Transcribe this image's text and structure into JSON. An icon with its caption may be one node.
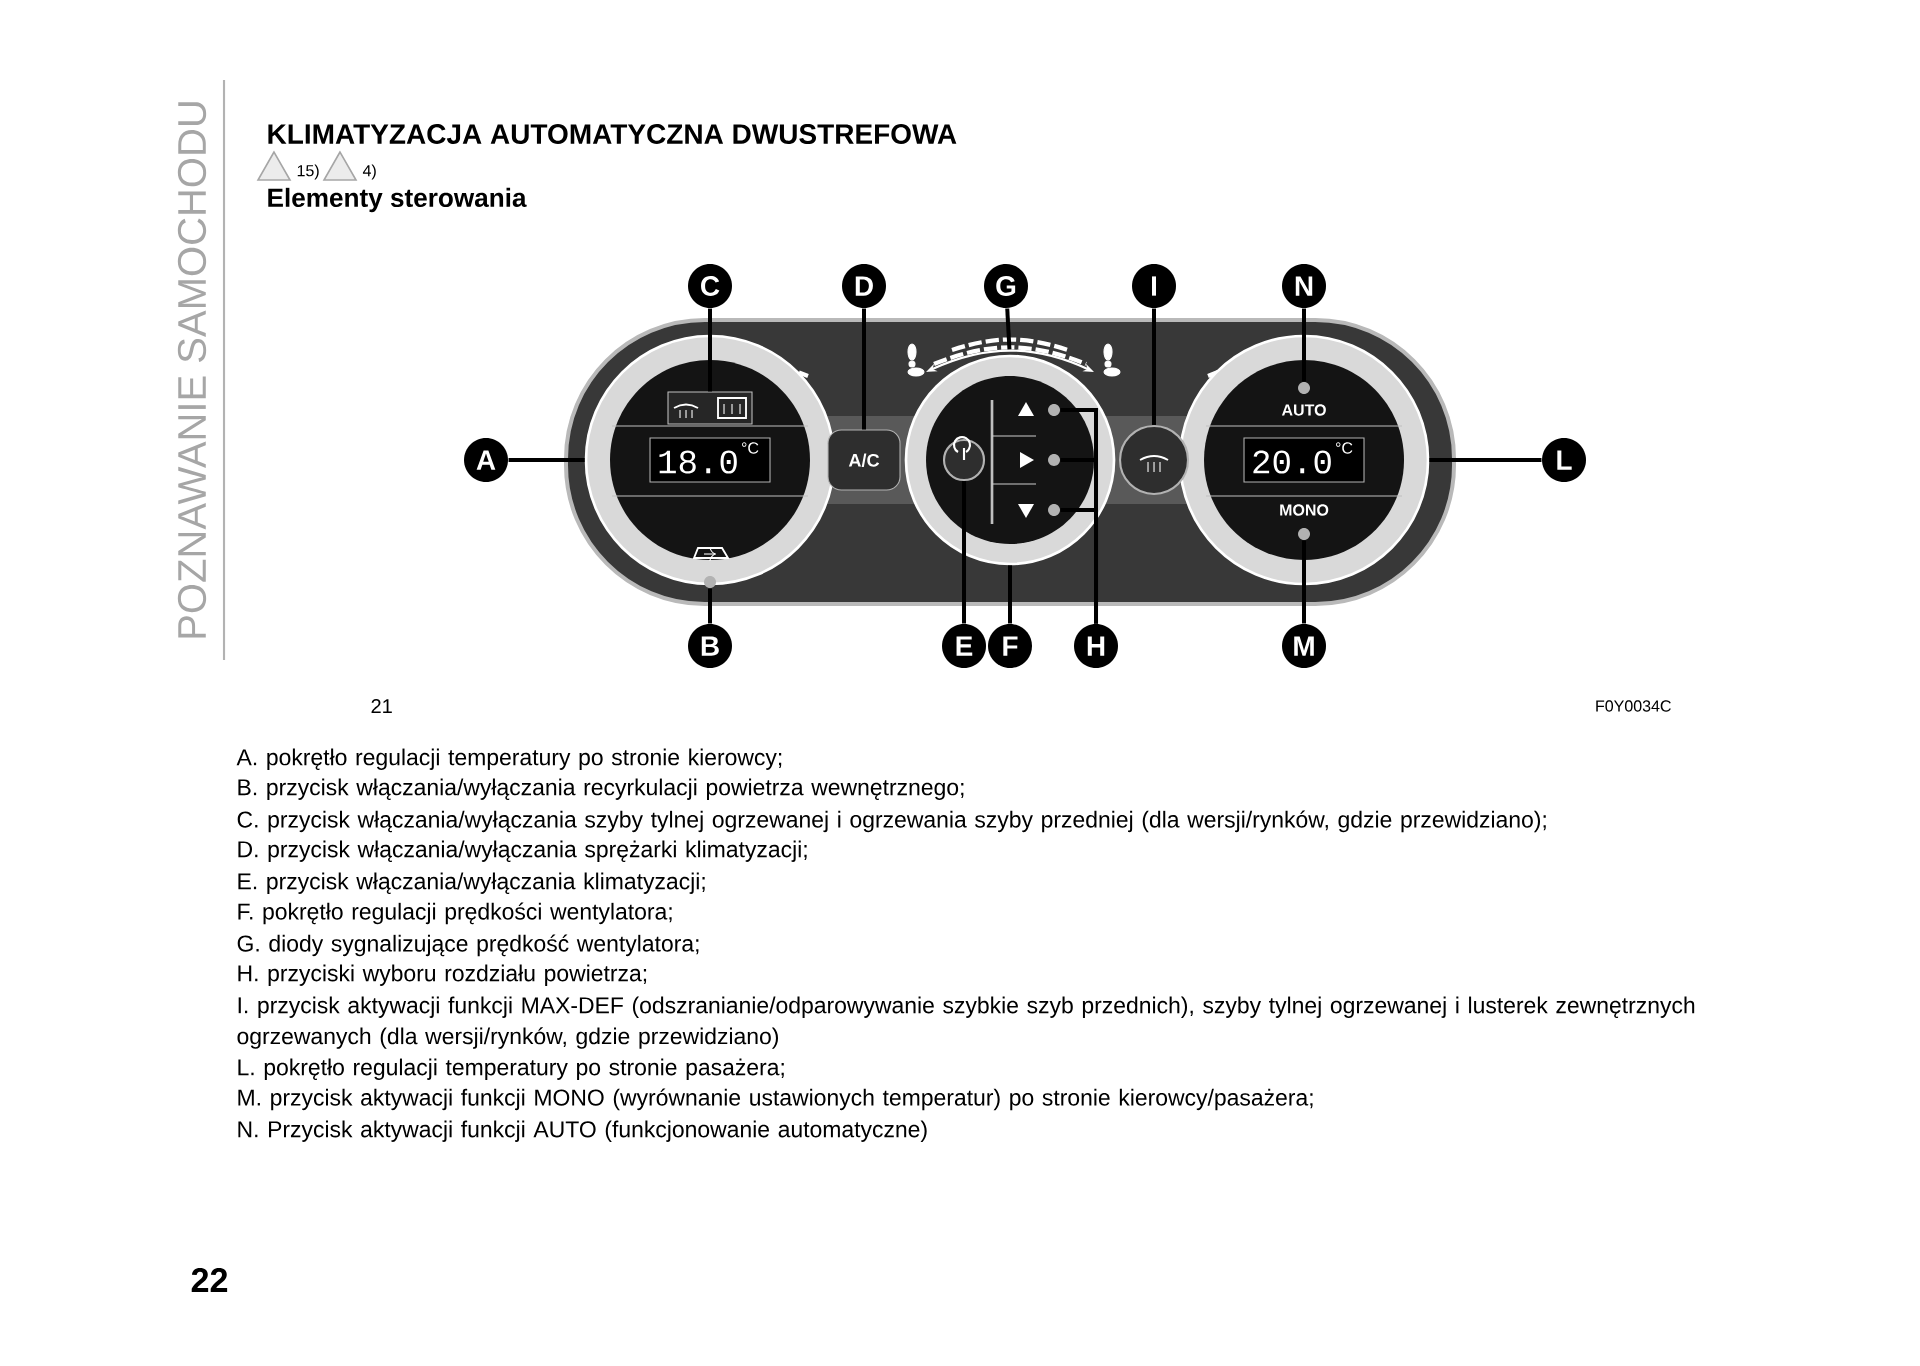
{
  "diagram": {
    "title": "KLIMATYZACJA AUTOMATYCZNA DWUSTREFOWA",
    "nodes": [
      {
        "text": [
          "A"
        ]
      },
      {
        "text": [
          "C"
        ]
      },
      {
        "text": [
          "D"
        ]
      },
      {
        "text": [
          "G"
        ]
      },
      {
        "text": [
          "I"
        ]
      },
      {
        "text": [
          "N"
        ]
      },
      {
        "text": [
          "L"
        ]
      },
      {
        "text": [
          "B"
        ]
      },
      {
        "text": [
          "E"
        ]
      },
      {
        "text": [
          "F"
        ]
      },
      {
        "text": [
          "H"
        ]
      },
      {
        "text": [
          "M"
        ]
      },
      {
        "text": [],
        "shape": "circle"
      },
      {
        "text": [],
        "shape": "box",
        "in": 12
      },
      {
        "text": [],
        "shape": "circle",
        "in": 12
      },
      {
        "text": [
          "A/C"
        ]
      },
      {
        "text": [],
        "shape": "circle",
        "in": 17
      },
      {
        "text": [],
        "shape": "circle"
      },
      {
        "text": [],
        "shape": "arc"
      },
      {
        "text": [],
        "shape": "circle",
        "in": 17
      },
      {
        "text": [],
        "shape": "circle",
        "in": 17
      },
      {
        "text": [],
        "shape": "circle",
        "in": 17
      },
      {
        "text": [],
        "shape": "circle"
      },
      {
        "text": [],
        "shape": "circle",
        "in": 24
      },
      {
        "text": [],
        "shape": "circle"
      },
      {
        "text": [],
        "shape": "circle",
        "in": 24
      }
    ],
    "edges": [
      {
        "from": 0,
        "to": 12,
        "arrow": "none"
      },
      {
        "from": 1,
        "to": 13,
        "arrow": "none"
      },
      {
        "from": 2,
        "to": 15,
        "arrow": "none"
      },
      {
        "from": 3,
        "to": 18,
        "arrow": "none"
      },
      {
        "from": 4,
        "to": 22,
        "arrow": "none"
      },
      {
        "from": 5,
        "to": 23,
        "arrow": "none"
      },
      {
        "from": 6,
        "to": 24,
        "arrow": "none"
      },
      {
        "from": 7,
        "to": 14,
        "arrow": "none"
      },
      {
        "from": 8,
        "to": 16,
        "arrow": "none"
      },
      {
        "from": 9,
        "to": 17,
        "arrow": "none"
      },
      {
        "from": 10,
        "to": 19,
        "arrow": "none"
      },
      {
        "from": 10,
        "to": 20,
        "arrow": "none"
      },
      {
        "from": 10,
        "to": 21,
        "arrow": "none"
      },
      {
        "from": 11,
        "to": 25,
        "arrow": "none"
      }
    ],
    "labels": [
      "POZNAWANIE SAMOCHODU",
      "15)",
      "4)",
      "Elementy sterowania",
      "18.0",
      "°C",
      "AUTO",
      "20.0",
      "°C",
      "MONO",
      "21",
      "F0Y0034C",
      "A. pokrętło regulacji temperatury po stronie kierowcy;",
      "B. przycisk włączania/wyłączania recyrkulacji powietrza wewnętrznego;",
      "C. przycisk włączania/wyłączania szyby tylnej ogrzewanej i ogrzewania szyby przedniej (dla wersji/rynków, gdzie przewidziano);",
      "D. przycisk włączania/wyłączania sprężarki klimatyzacji;",
      "E. przycisk włączania/wyłączania klimatyzacji;",
      "F. pokrętło regulacji prędkości wentylatora;",
      "G. diody sygnalizujące prędkość wentylatora;",
      "H. przyciski wyboru rozdziału powietrza;",
      "I. przycisk aktywacji funkcji MAX-DEF (odszranianie/odparowywanie szybkie szyb przednich), szyby tylnej ogrzewanej i lusterek zewnętrznych ogrzewanych (dla wersji/rynków, gdzie przewidziano)",
      "L. pokrętło regulacji temperatury po stronie pasażera;",
      "M. przycisk aktywacji funkcji MONO (wyrównanie ustawionych temperatur) po stronie kierowcy/pasażera;",
      "N. Przycisk aktywacji funkcji AUTO (funkcjonowanie automatyczne)",
      "22"
    ]
  }
}
